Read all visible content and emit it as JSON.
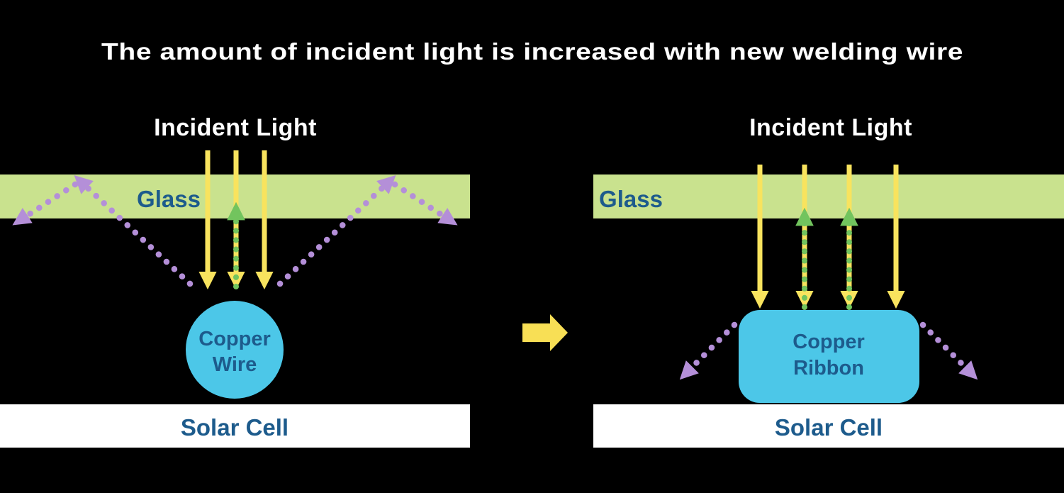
{
  "title": "The amount of incident light is increased with new welding wire",
  "colors": {
    "background": "#000000",
    "title-text": "#ffffff",
    "label-blue": "#1d5b8c",
    "glass-green": "#c9e28e",
    "ray-yellow": "#f8e35e",
    "ray-green": "#72c45e",
    "ray-purple": "#b48fd8",
    "component-cyan": "#4cc7e8",
    "solar-cell-white": "#ffffff",
    "transition-arrow-yellow": "#f8df55"
  },
  "left_panel": {
    "incident_light_label": "Incident Light",
    "glass_label": "Glass",
    "component_label_line1": "Copper",
    "component_label_line2": "Wire",
    "solar_cell_label": "Solar Cell"
  },
  "right_panel": {
    "incident_light_label": "Incident Light",
    "glass_label": "Glass",
    "component_label_line1": "Copper",
    "component_label_line2": "Ribbon",
    "solar_cell_label": "Solar Cell"
  }
}
